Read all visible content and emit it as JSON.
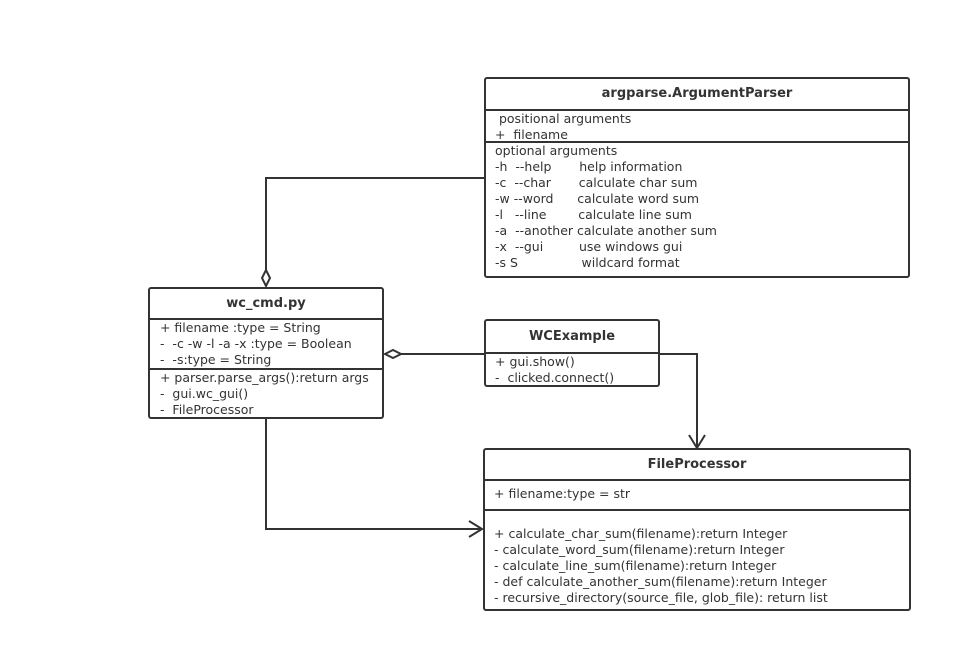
{
  "classes": {
    "argparse": {
      "name": "argparse.ArgumentParser",
      "attributes": [
        " positional arguments",
        "+  filename"
      ],
      "operations": [
        "optional arguments",
        "-h  --help       help information",
        "-c  --char       calculate char sum",
        "-w --word      calculate word sum",
        "-l   --line        calculate line sum",
        "-a  --another calculate another sum",
        "-x  --gui         use windows gui",
        "-s S                wildcard format"
      ]
    },
    "wc_cmd": {
      "name": "wc_cmd.py",
      "attributes": [
        " + filename :type = String",
        " -  -c -w -l -a -x :type = Boolean",
        " -  -s:type = String"
      ],
      "operations": [
        " + parser.parse_args():return args",
        " -  gui.wc_gui()",
        " -  FileProcessor"
      ]
    },
    "wcexample": {
      "name": "WCExample",
      "attributes": [],
      "operations": [
        "+ gui.show()",
        "-  clicked.connect()"
      ]
    },
    "fileprocessor": {
      "name": "FileProcessor",
      "attributes": [
        "+ filename:type = str"
      ],
      "operations": [
        "+ calculate_char_sum(filename):return Integer",
        "- calculate_word_sum(filename):return Integer",
        "- calculate_line_sum(filename):return Integer",
        "- def calculate_another_sum(filename):return Integer",
        "- recursive_directory(source_file, glob_file): return list"
      ]
    }
  },
  "relationships": [
    {
      "from": "argparse",
      "to": "wc_cmd",
      "type": "aggregation"
    },
    {
      "from": "wcexample",
      "to": "wc_cmd",
      "type": "aggregation"
    },
    {
      "from": "wcexample",
      "to": "fileprocessor",
      "type": "association"
    },
    {
      "from": "wc_cmd",
      "to": "fileprocessor",
      "type": "association"
    }
  ],
  "colors": {
    "stroke": "#333333",
    "background": "#ffffff"
  }
}
